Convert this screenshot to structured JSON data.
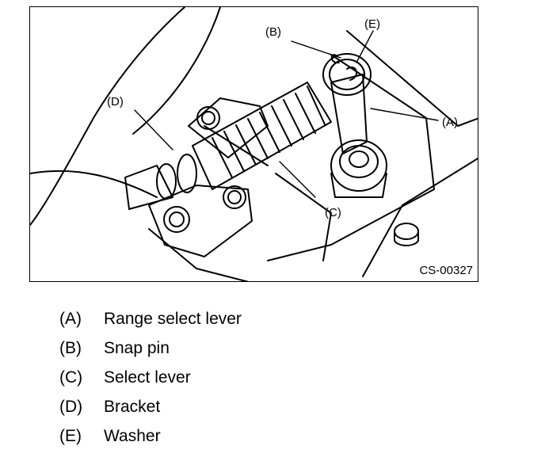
{
  "figure": {
    "id": "CS-00327",
    "callouts": {
      "A": "(A)",
      "B": "(B)",
      "C": "(C)",
      "D": "(D)",
      "E": "(E)"
    }
  },
  "legend": [
    {
      "code": "(A)",
      "text": "Range select lever"
    },
    {
      "code": "(B)",
      "text": "Snap pin"
    },
    {
      "code": "(C)",
      "text": "Select lever"
    },
    {
      "code": "(D)",
      "text": "Bracket"
    },
    {
      "code": "(E)",
      "text": "Washer"
    }
  ]
}
